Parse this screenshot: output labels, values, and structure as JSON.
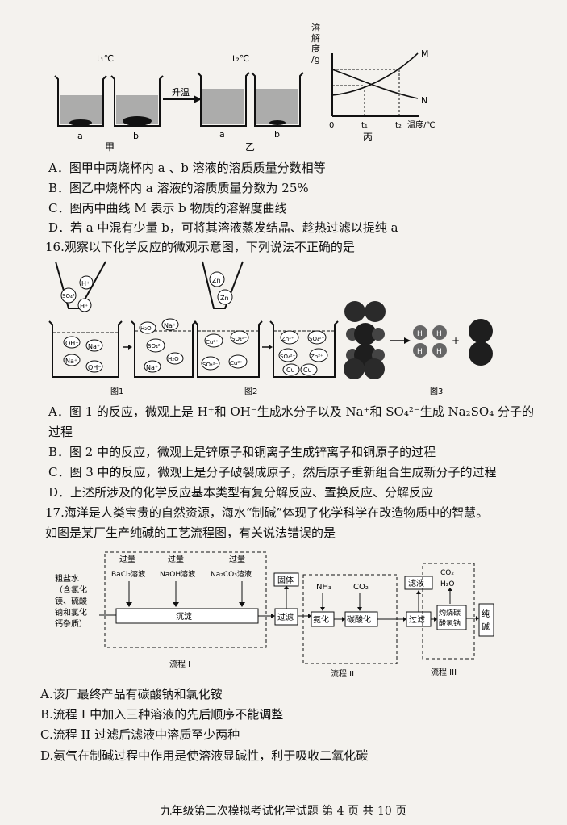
{
  "q15": {
    "fig": {
      "t1_left": "t₁℃",
      "t2_mid": "t₂℃",
      "heat": "升温",
      "a1": "a",
      "b1": "b",
      "a2": "a",
      "b2": "b",
      "jia": "甲",
      "yi": "乙",
      "bing": "丙",
      "y_axis": [
        "溶",
        "解",
        "度",
        "/g"
      ],
      "x_axis": "温度/℃",
      "origin": "0",
      "t1": "t₁",
      "t2": "t₂",
      "curve_m": "M",
      "curve_n": "N"
    },
    "options": [
      "A．图甲中两烧杯内 a 、b 溶液的溶质质量分数相等",
      "B．图乙中烧杯内 a 溶液的溶质质量分数为 25%",
      "C．图丙中曲线 M 表示 b 物质的溶解度曲线",
      "D．若 a 中混有少量 b，可将其溶液蒸发结晶、趁热过滤以提纯 a"
    ]
  },
  "q16": {
    "stem": "16.观察以下化学反应的微观示意图，下列说法不正确的是",
    "fig1_label": "图1",
    "fig2_label": "图2",
    "fig3_label": "图3",
    "funnel1": [
      "H⁺",
      "SO₄²⁻",
      "H⁺"
    ],
    "beaker1": [
      "OH⁻",
      "Na⁺",
      "Na⁺",
      "OH⁻"
    ],
    "beaker2": [
      "H₂O",
      "Na⁺",
      "SO₄²⁻",
      "H₂O",
      "Na⁺"
    ],
    "funnel2": [
      "Zn",
      "Zn"
    ],
    "beaker3": [
      "Cu²⁺",
      "SO₄²⁻",
      "SO₄²⁻",
      "Cu²⁺"
    ],
    "beaker4": [
      "Zn²⁺",
      "SO₄²⁻",
      "SO₄²⁻",
      "Zn²⁺",
      "Cu",
      "Cu"
    ],
    "fig3_h": "H",
    "fig3_plus": "+",
    "options": [
      "A．图 1 的反应，微观上是 H⁺和 OH⁻生成水分子以及 Na⁺和 SO₄²⁻生成 Na₂SO₄ 分子的",
      "过程",
      "B．图 2 中的反应，微观上是锌原子和铜离子生成锌离子和铜原子的过程",
      "C．图 3 中的反应，微观上是分子破裂成原子，然后原子重新组合生成新分子的过程",
      "D．上述所涉及的化学反应基本类型有复分解反应、置换反应、分解反应"
    ]
  },
  "q17": {
    "stem1": "17.海洋是人类宝贵的自然资源，海水“制碱”体现了化学科学在改造物质中的智慧。",
    "stem2": "如图是某厂生产纯碱的工艺流程图，有关说法错误的是",
    "flow": {
      "feed": [
        "粗盐水",
        "（含氯化",
        "镁、硫酸",
        "钠和氯化",
        "钙杂质）"
      ],
      "excess": "过量",
      "r1": "BaCl₂溶液",
      "r2": "NaOH溶液",
      "r3": "Na₂CO₃溶液",
      "precip": "沉淀",
      "filter": "过滤",
      "solid": "固体",
      "nh3": "NH₃",
      "co2": "CO₂",
      "ammoniate": "氨化",
      "carbonate": "碳酸化",
      "filtrate": "滤液",
      "co2_top": "CO₂",
      "h2o_top": "H₂O",
      "calcine": [
        "灼烧碳",
        "酸氢钠"
      ],
      "product": [
        "纯",
        "碱"
      ],
      "label1": "流程 I",
      "label2": "流程 II",
      "label3": "流程 III"
    },
    "options": [
      "A.该厂最终产品有碳酸钠和氯化铵",
      "B.流程 I 中加入三种溶液的先后顺序不能调整",
      "C.流程 II 过滤后滤液中溶质至少两种",
      "D.氨气在制碱过程中作用是使溶液显碱性，利于吸收二氧化碳"
    ]
  },
  "footer": "九年级第二次模拟考试化学试题  第 4 页 共 10 页"
}
